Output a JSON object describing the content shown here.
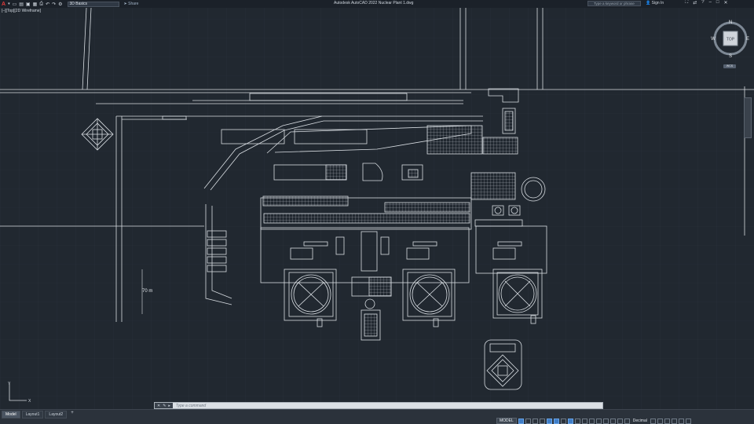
{
  "app": {
    "window_title": "Autodesk AutoCAD 2022    Nuclear Plant 1.dwg",
    "workspace": "3D Basics",
    "share_label": "Share",
    "search_placeholder": "Type a keyword or phrase",
    "sign_in_label": "Sign In"
  },
  "viewport": {
    "view_label": "[–][Top][2D Wireframe]",
    "scale_label": "70 m",
    "compass": {
      "n": "N",
      "s": "S",
      "e": "E",
      "w": "W",
      "top": "TOP"
    },
    "ucs_label": "WCS"
  },
  "command_line": {
    "placeholder": "Type a command"
  },
  "layout_tabs": [
    {
      "label": "Model",
      "active": true
    },
    {
      "label": "Layout1",
      "active": false
    },
    {
      "label": "Layout2",
      "active": false
    }
  ],
  "status_bar": {
    "model_label": "MODEL",
    "units_label": "Decimal"
  },
  "colors": {
    "canvas": "#212830",
    "lines": "#d8dde2",
    "accent": "#3f7dc7"
  }
}
